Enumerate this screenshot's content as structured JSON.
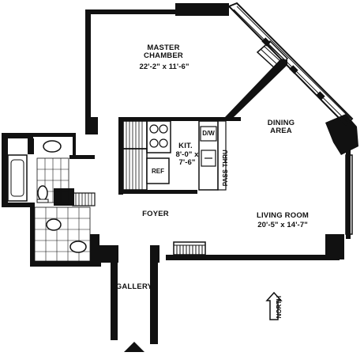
{
  "rooms": {
    "master": {
      "name_line1": "MASTER",
      "name_line2": "CHAMBER",
      "dims": "22'-2\" x 11'-6\""
    },
    "dining": {
      "name_line1": "DINING",
      "name_line2": "AREA"
    },
    "kitchen": {
      "name": "KIT.",
      "dims_line1": "8'-0\" x",
      "dims_line2": "7'-6\""
    },
    "foyer": {
      "name": "FOYER"
    },
    "living": {
      "name": "LIVING ROOM",
      "dims": "20'-5\" x 14'-7\""
    },
    "gallery": {
      "name": "GALLERY"
    }
  },
  "fixtures": {
    "refrigerator": "REF",
    "dishwasher": "D/W",
    "pass_thru": "PASS-THRU"
  },
  "compass": {
    "label": "NORTH"
  },
  "colors": {
    "wall": "#111111",
    "background": "#ffffff"
  }
}
